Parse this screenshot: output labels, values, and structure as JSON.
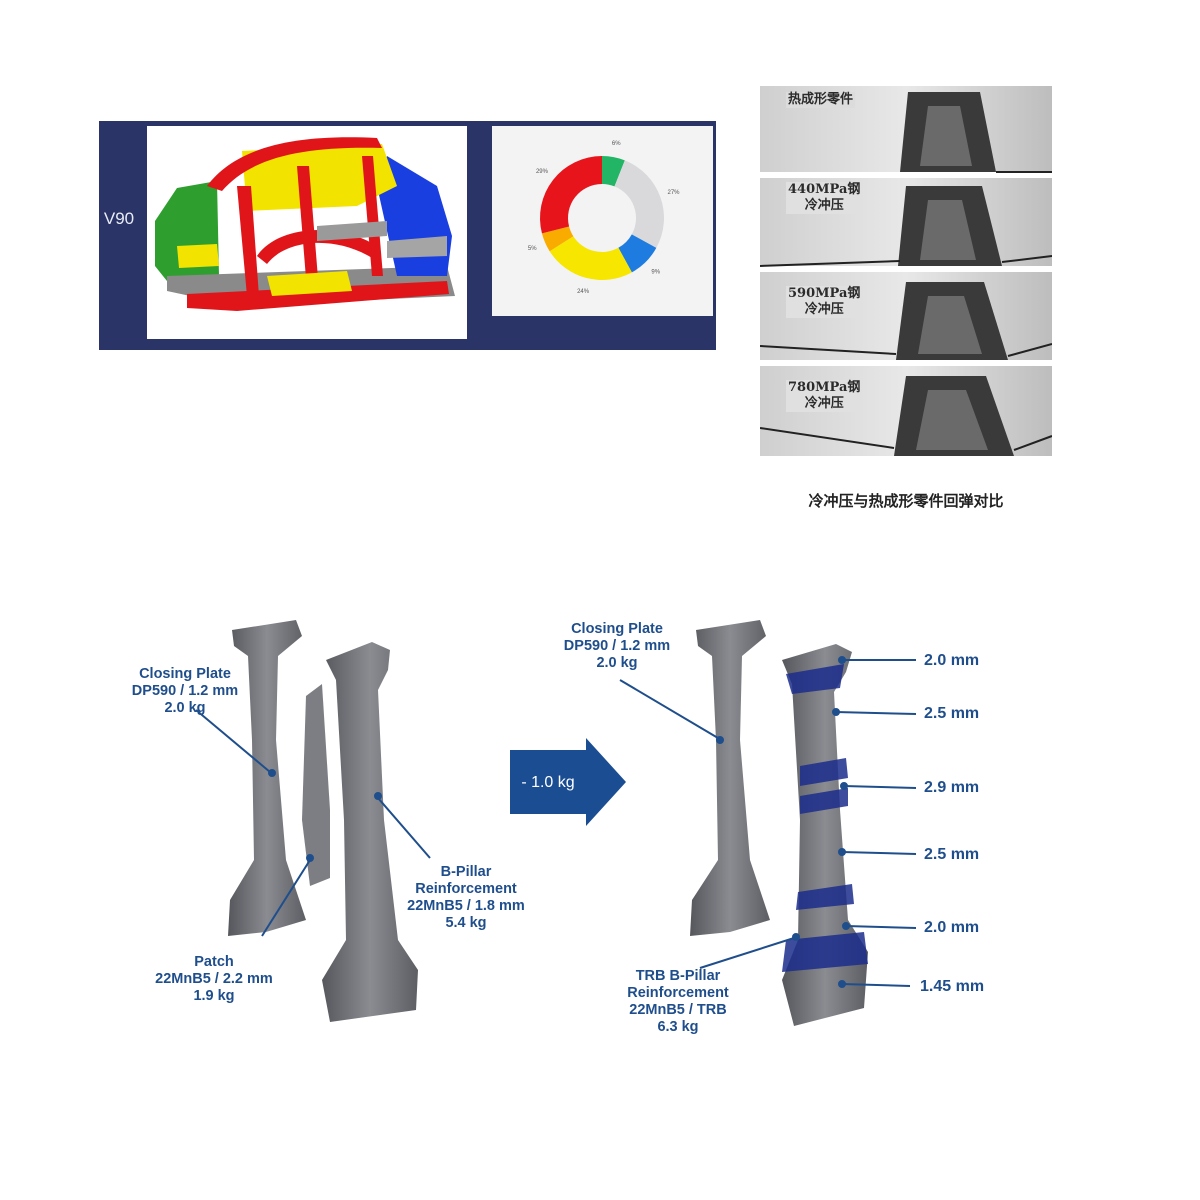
{
  "vehicle_panel": {
    "model_label": "V90",
    "colors": {
      "background": "#2a3466",
      "red": "#e0151a",
      "yellow": "#f2e400",
      "blue": "#1a3fe0",
      "green": "#2e9e2e",
      "gray": "#8a8a8a"
    }
  },
  "chart_data": {
    "type": "pie",
    "style": "donut",
    "values": [
      6,
      27,
      9,
      24,
      5,
      29
    ],
    "labels": [
      "6%",
      "27%",
      "9%",
      "24%",
      "5%",
      "29%"
    ],
    "colors": [
      "#22b566",
      "#d9d9dc",
      "#1e7ce0",
      "#f6e600",
      "#f9ab00",
      "#e8141b"
    ]
  },
  "springback": {
    "rows": [
      {
        "label_line1": "热成形零件",
        "label_line2": ""
      },
      {
        "label_line1": "440MPa钢",
        "label_line2": "冷冲压"
      },
      {
        "label_line1": "590MPa钢",
        "label_line2": "冷冲压"
      },
      {
        "label_line1": "780MPa钢",
        "label_line2": "冷冲压"
      }
    ],
    "caption": "冷冲压与热成形零件回弹对比"
  },
  "bpillar": {
    "left": {
      "closing_plate": {
        "line1": "Closing Plate",
        "line2": "DP590 / 1.2 mm",
        "line3": "2.0 kg"
      },
      "patch": {
        "line1": "Patch",
        "line2": "22MnB5 / 2.2 mm",
        "line3": "1.9 kg"
      },
      "reinforcement": {
        "line1": "B-Pillar",
        "line2": "Reinforcement",
        "line3": "22MnB5 / 1.8 mm",
        "line4": "5.4 kg"
      }
    },
    "arrow_label": "- 1.0 kg",
    "right": {
      "closing_plate": {
        "line1": "Closing Plate",
        "line2": "DP590 / 1.2 mm",
        "line3": "2.0 kg"
      },
      "trb": {
        "line1": "TRB B-Pillar",
        "line2": "Reinforcement",
        "line3": "22MnB5 / TRB",
        "line4": "6.3 kg"
      },
      "thickness": [
        "2.0 mm",
        "2.5 mm",
        "2.9 mm",
        "2.5 mm",
        "2.0 mm",
        "1.45 mm"
      ]
    },
    "colors": {
      "label_blue": "#1f4e8c",
      "arrow_blue": "#1b4d93",
      "band_blue": "#1c2d8c",
      "steel": "#6f7176"
    }
  }
}
